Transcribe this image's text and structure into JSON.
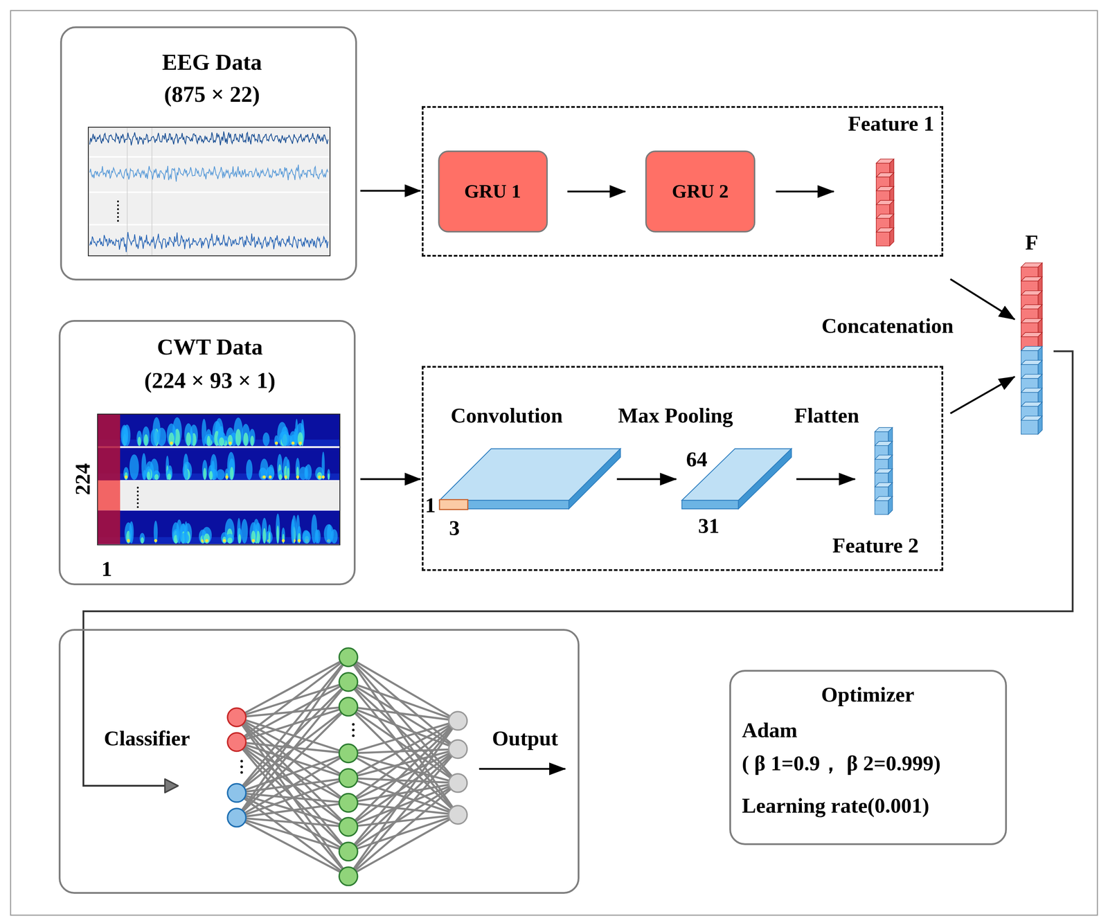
{
  "diagram": {
    "nodes": [
      {
        "text": [
          "EEG Data",
          "(875 × 22)"
        ]
      },
      {
        "text": [
          "Feature 1"
        ]
      },
      {
        "text": [
          "GRU 1"
        ],
        "in": 1
      },
      {
        "text": [
          "GRU 2"
        ],
        "in": 1
      },
      {
        "text": [
          "CWT Data",
          "(224 × 93 × 1)"
        ]
      },
      {
        "text": [
          "Feature 2"
        ]
      },
      {
        "text": [
          "F"
        ]
      },
      {
        "text": [
          "Classifier",
          "Output"
        ]
      },
      {
        "text": [
          "Optimizer",
          "Adam",
          "( β 1=0.9， β 2=0.999)",
          "Learning rate(0.001)"
        ]
      }
    ],
    "edges": [
      {
        "from": 0,
        "to": 1,
        "arrow": "to"
      },
      {
        "from": 2,
        "to": 3,
        "arrow": "to"
      },
      {
        "from": 4,
        "to": 5,
        "arrow": "to"
      },
      {
        "from": 1,
        "to": 6,
        "arrow": "to"
      },
      {
        "from": 5,
        "to": 6,
        "arrow": "to"
      },
      {
        "from": 6,
        "to": 7,
        "arrow": "to"
      }
    ],
    "labels": [
      "Concatenation",
      "224",
      "1",
      "Convolution",
      "Max Pooling",
      "Flatten",
      "1",
      "3",
      "64",
      "31"
    ]
  }
}
